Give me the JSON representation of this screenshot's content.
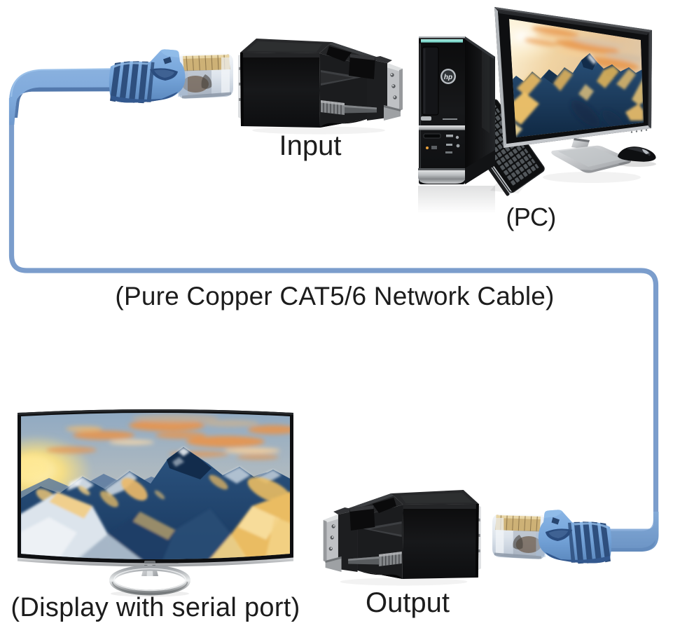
{
  "diagram": {
    "type": "product-connection-diagram",
    "description": "RJ45-to-VGA extender adapters connected by a flat CAT5/6 network cable between a PC and a display",
    "background": "#ffffff",
    "labels": {
      "input": "Input",
      "pc": "(PC)",
      "cable": "(Pure Copper CAT5/6 Network Cable)",
      "display": "(Display with serial port)",
      "output": "Output"
    },
    "pc": {
      "logo": "hp"
    },
    "components": [
      {
        "id": "rj45-plug-input",
        "kind": "rj45-connector",
        "color": "blue"
      },
      {
        "id": "vga-adapter-input",
        "kind": "rj45-to-vga-adapter",
        "label_ref": "input",
        "color": "black"
      },
      {
        "id": "pc",
        "kind": "desktop-computer",
        "label_ref": "pc"
      },
      {
        "id": "cat5-cable-loop",
        "kind": "flat-network-cable",
        "label_ref": "cable",
        "color": "#7ba0d2"
      },
      {
        "id": "display",
        "kind": "monitor",
        "label_ref": "display"
      },
      {
        "id": "vga-adapter-output",
        "kind": "vga-to-rj45-adapter",
        "label_ref": "output",
        "color": "black"
      },
      {
        "id": "rj45-plug-output",
        "kind": "rj45-connector",
        "color": "blue"
      }
    ],
    "colors": {
      "cable_flat": "#7ea9db",
      "cable_edge": "#5d85bb",
      "cable_line": "#7b9dcc",
      "boot_blue": "#6ba0d8",
      "boot_rib": "#2c4d7e",
      "adapter_black": "#1a1a1a",
      "vga_metal": "#c4c6c8",
      "text": "#1c1c1c"
    }
  }
}
